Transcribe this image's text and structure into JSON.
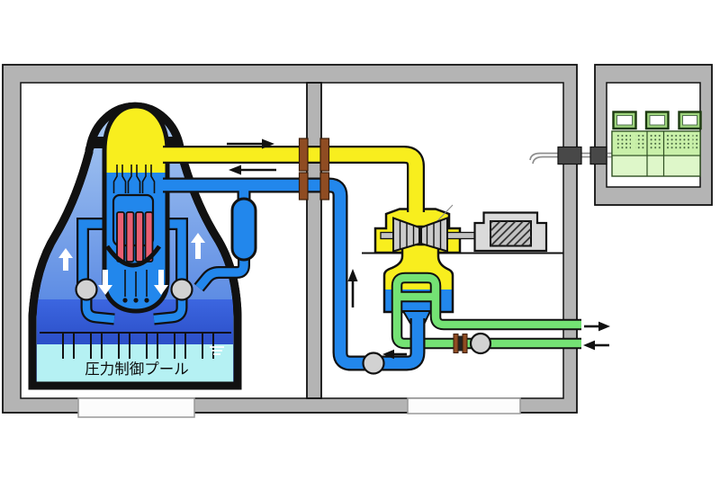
{
  "labels": {
    "suppression_pool": "圧力制御プール"
  },
  "colors": {
    "background": "#ffffff",
    "outline": "#111111",
    "wall_gray": "#b4b4b4",
    "foundation_white": "#fcfcfc",
    "steam_yellow": "#f8ee1e",
    "pipe_blue": "#2287ec",
    "containment_light": "#aecdf2",
    "containment_deep": "#5d8ce4",
    "drywell_light": "#3c66e0",
    "drywell_blue": "#2b4fc8",
    "pool_cyan": "#b5f1f3",
    "coolant_green": "#74e274",
    "fuel_red": "#e85f72",
    "pump_gray": "#d2d2d2",
    "machine_gray": "#cbcbcb",
    "machine_light": "#dadada",
    "flange_brown": "#8f4c22",
    "penetration_dark": "#484848",
    "wire_gray": "#8f8f8f",
    "panel_light": "#def7c9",
    "panel_mid": "#c9f0a9",
    "monitor_green": "#9ed47d",
    "panel_border": "#1c3a10"
  },
  "flow_arrows": {
    "steam_to_turbine": "right",
    "steam_return": "left",
    "condensate_rise": "up",
    "condensate_to_pump": "left",
    "cooling_water_out": "right",
    "cooling_water_in": "left"
  },
  "circulation_arrows": {
    "annulus_left": "up",
    "annulus_right": "up",
    "downcomer_left": "down",
    "downcomer_right": "down"
  }
}
